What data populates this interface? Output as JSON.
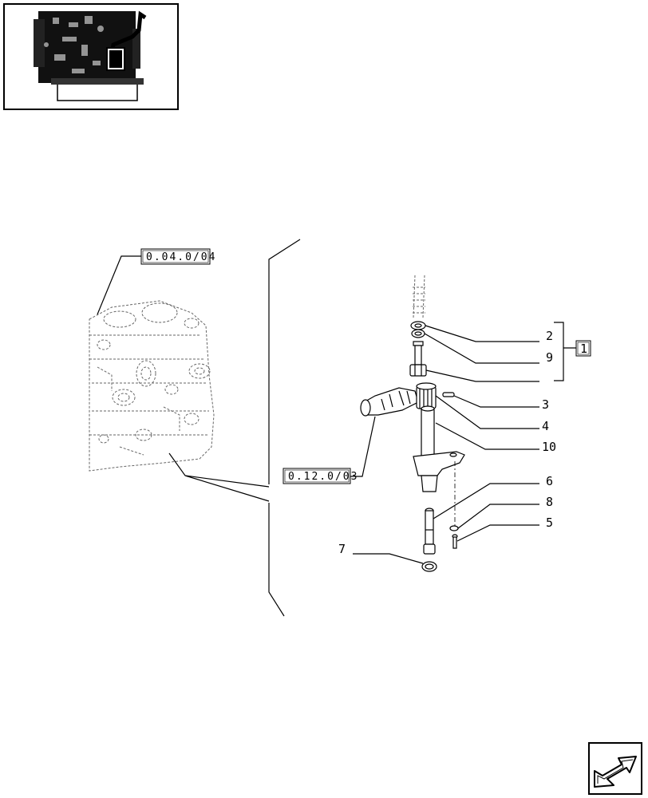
{
  "references": {
    "crankcase": "0.04.0/04",
    "camshaft": "0.12.0/03",
    "kit": "1"
  },
  "callouts": [
    {
      "id": "2"
    },
    {
      "id": "9"
    },
    {
      "id": "3"
    },
    {
      "id": "4"
    },
    {
      "id": "10"
    },
    {
      "id": "6"
    },
    {
      "id": "8"
    },
    {
      "id": "5"
    },
    {
      "id": "7"
    }
  ],
  "icons": {
    "thumbnail": "engine-location-thumbnail",
    "navigation": "next-page-arrow-icon"
  }
}
